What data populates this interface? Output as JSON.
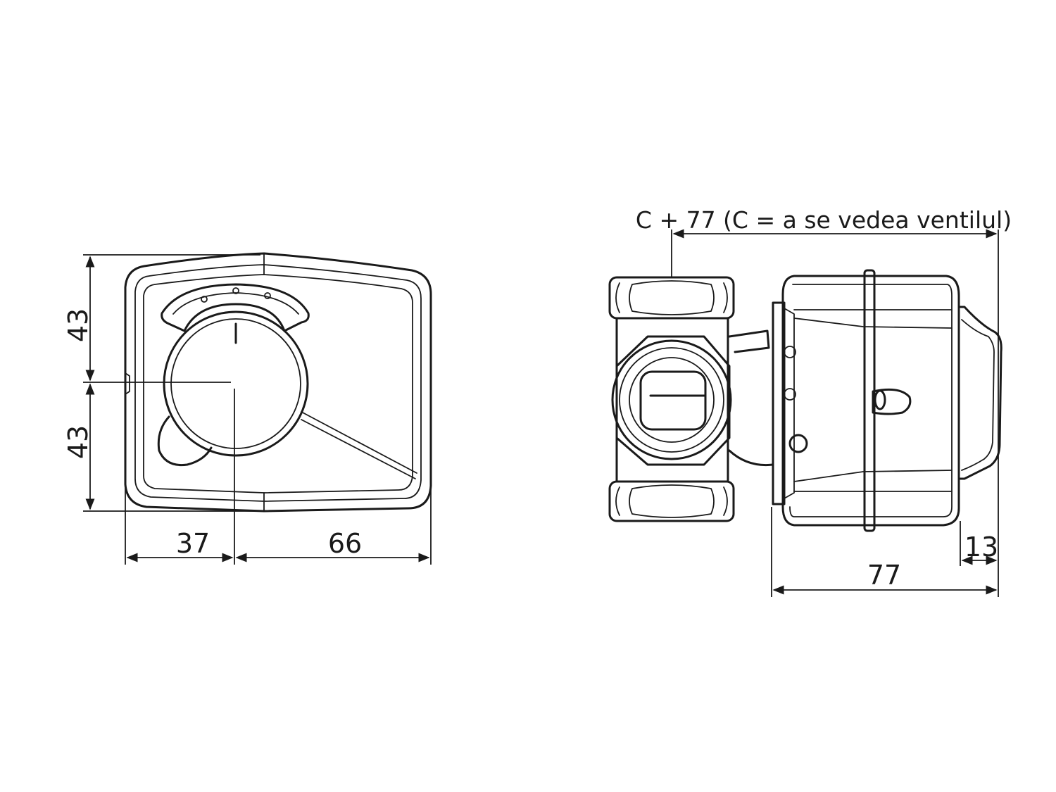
{
  "dimensions": {
    "front_upper_height": "43",
    "front_lower_height": "43",
    "front_left_width": "37",
    "front_right_width": "66",
    "side_overall_label": "C + 77 (C = a se vedea ventilul)",
    "side_depth": "77",
    "side_knob_depth": "13"
  },
  "colors": {
    "ink": "#1a1a1a",
    "background": "#ffffff"
  }
}
